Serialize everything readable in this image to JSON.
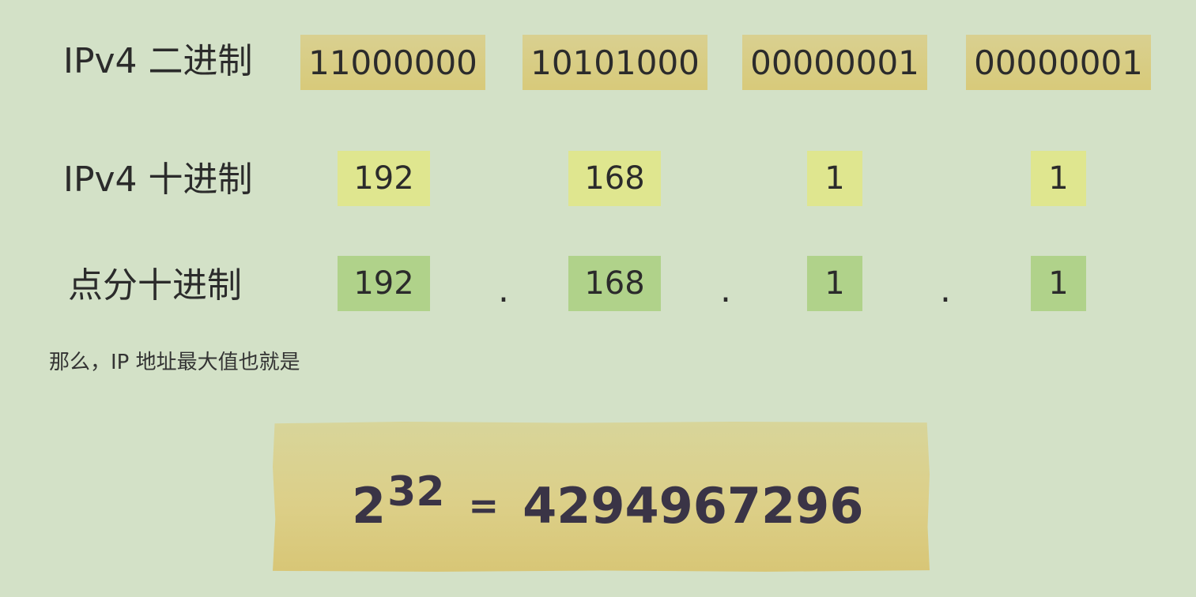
{
  "rows": {
    "binary": {
      "label": "IPv4 二进制",
      "octets": [
        "11000000",
        "10101000",
        "00000001",
        "00000001"
      ],
      "color": "#d8ca7a"
    },
    "decimal": {
      "label": "IPv4 十进制",
      "octets": [
        "192",
        "168",
        "1",
        "1"
      ],
      "color": "#dfe68f"
    },
    "dotted": {
      "label": "点分十进制",
      "octets": [
        "192",
        "168",
        "1",
        "1"
      ],
      "separator": ".",
      "color": "#b0d28a"
    }
  },
  "note": "那么，IP 地址最大值也就是",
  "formula": {
    "base": "2",
    "exponent": "32",
    "equals": "=",
    "value": "4294967296"
  },
  "colors": {
    "background": "#d3e1c7",
    "result_box": "#dccf88",
    "formula_text": "#3a3446"
  }
}
